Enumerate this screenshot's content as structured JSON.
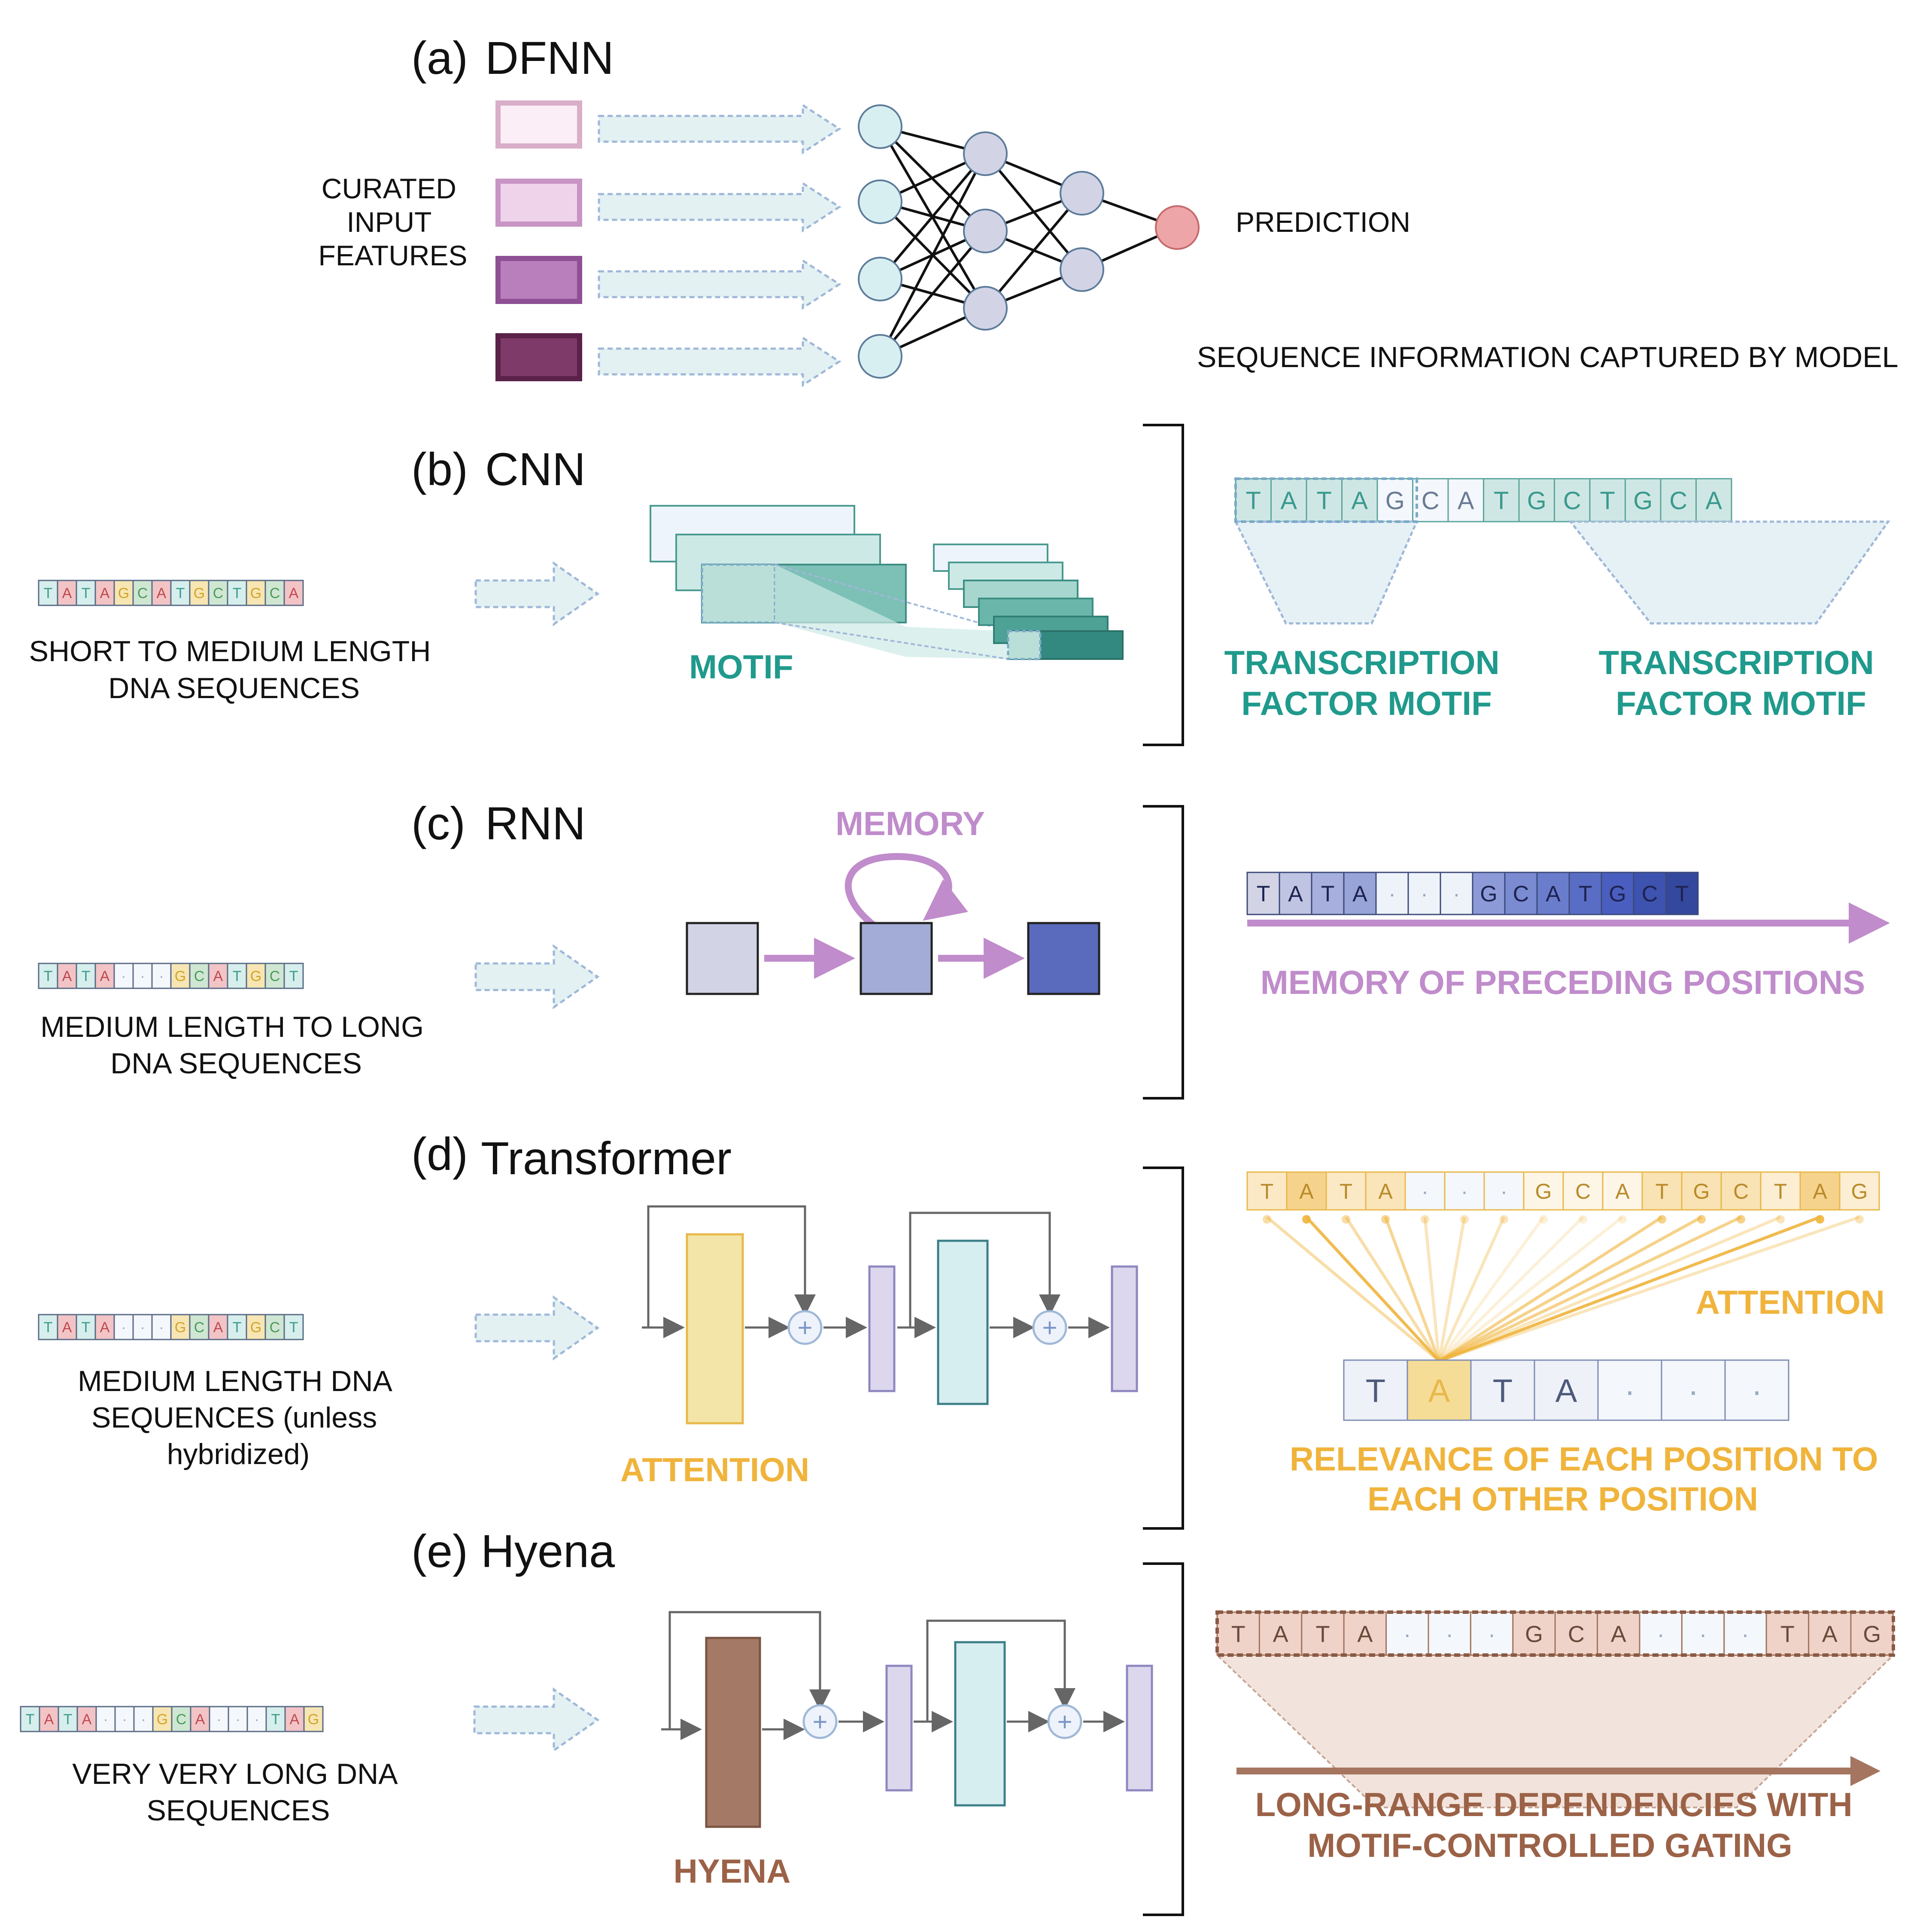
{
  "sections": {
    "a": {
      "label": "(a)",
      "title": "DFNN",
      "input_label": [
        "CURATED",
        "INPUT",
        "FEATURES"
      ],
      "output_label": "PREDICTION",
      "caption": "SEQUENCE INFORMATION CAPTURED BY MODEL"
    },
    "b": {
      "label": "(b)",
      "title": "CNN",
      "input_desc": [
        "SHORT TO MEDIUM LENGTH",
        "DNA SEQUENCES"
      ],
      "input_seq": [
        "T",
        "A",
        "T",
        "A",
        "G",
        "C",
        "A",
        "T",
        "G",
        "C",
        "T",
        "G",
        "C",
        "A"
      ],
      "module_label": "MOTIF",
      "right_seq": [
        "T",
        "A",
        "T",
        "A",
        "G",
        "C",
        "A",
        "T",
        "G",
        "C",
        "T",
        "G",
        "C",
        "A"
      ],
      "right_labels": [
        [
          "TRANSCRIPTION",
          "FACTOR MOTIF"
        ],
        [
          "TRANSCRIPTION",
          "FACTOR MOTIF"
        ]
      ]
    },
    "c": {
      "label": "(c)",
      "title": "RNN",
      "input_desc": [
        "MEDIUM LENGTH TO LONG",
        "DNA SEQUENCES"
      ],
      "input_seq": [
        "T",
        "A",
        "T",
        "A",
        "·",
        "·",
        "·",
        "G",
        "C",
        "A",
        "T",
        "G",
        "C",
        "T"
      ],
      "module_label": "MEMORY",
      "right_seq": [
        "T",
        "A",
        "T",
        "A",
        "·",
        "·",
        "·",
        "G",
        "C",
        "A",
        "T",
        "G",
        "C",
        "T"
      ],
      "right_caption": "MEMORY OF PRECEDING POSITIONS"
    },
    "d": {
      "label": "(d)",
      "title": "Transformer",
      "input_desc": [
        "MEDIUM LENGTH DNA",
        "SEQUENCES (unless",
        "hybridized)"
      ],
      "input_seq": [
        "T",
        "A",
        "T",
        "A",
        "·",
        "·",
        "·",
        "G",
        "C",
        "A",
        "T",
        "G",
        "C",
        "T"
      ],
      "module_label": "ATTENTION",
      "right_seq": [
        "T",
        "A",
        "T",
        "A",
        "·",
        "·",
        "·",
        "G",
        "C",
        "A",
        "T",
        "G",
        "C",
        "T",
        "A",
        "G"
      ],
      "right_label": "ATTENTION",
      "query_seq": [
        "T",
        "A",
        "T",
        "A",
        "·",
        "·",
        "·"
      ],
      "right_caption": [
        "RELEVANCE OF EACH POSITION TO",
        "EACH OTHER POSITION"
      ],
      "plus": "+"
    },
    "e": {
      "label": "(e)",
      "title": "Hyena",
      "input_desc": [
        "VERY VERY LONG DNA",
        "SEQUENCES"
      ],
      "input_seq": [
        "T",
        "A",
        "T",
        "A",
        "·",
        "·",
        "·",
        "G",
        "C",
        "A",
        "·",
        "·",
        "·",
        "T",
        "A",
        "G"
      ],
      "module_label": "HYENA",
      "right_seq": [
        "T",
        "A",
        "T",
        "A",
        "·",
        "·",
        "·",
        "G",
        "C",
        "A",
        "·",
        "·",
        "·",
        "T",
        "A",
        "G"
      ],
      "right_caption": [
        "LONG-RANGE DEPENDENCIES WITH",
        "MOTIF-CONTROLLED GATING"
      ],
      "plus": "+"
    }
  },
  "colors": {
    "teal": "#1f9a8c",
    "purple_label": "#c08ccb",
    "gold": "#f0b43c",
    "brown": "#9b6247",
    "arrow_fill": "#e3f1f3",
    "arrow_stroke": "#9fb8d8",
    "base_T": "#d7efec",
    "base_A": "#f2c4c6",
    "base_G": "#f7e6b3",
    "base_C": "#cfe7d2"
  }
}
